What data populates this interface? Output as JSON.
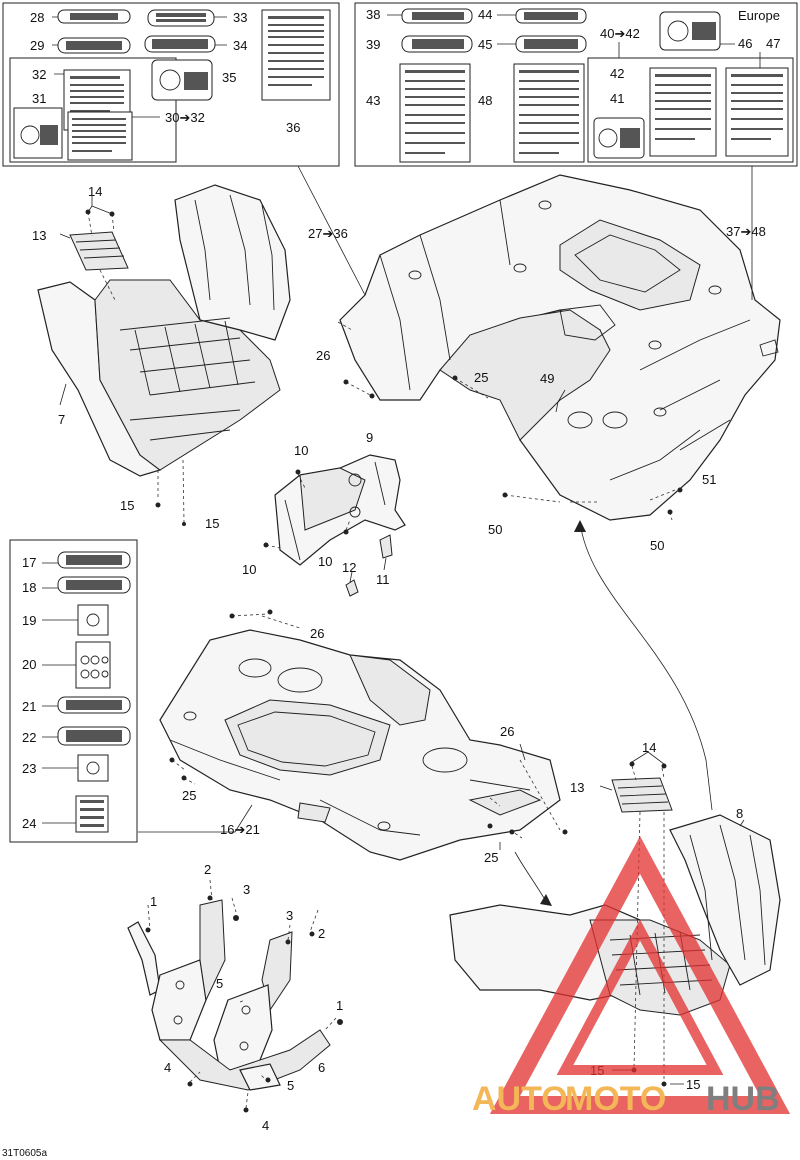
{
  "region_label": "Europe",
  "figure_code": "31T0605a",
  "watermark": {
    "part1": "AUTO",
    "part2": "MOTO",
    "part3": "HUB",
    "color_main": "#f0a020",
    "color_dark": "#555555",
    "color_triangle": "#e33030"
  },
  "callouts": {
    "c28": "28",
    "c29": "29",
    "c32": "32",
    "c31": "31",
    "c33": "33",
    "c34": "34",
    "c35": "35",
    "c30_32": "30➔32",
    "c36": "36",
    "c38": "38",
    "c39": "39",
    "c43": "43",
    "c44": "44",
    "c45": "45",
    "c48": "48",
    "c40_42": "40➔42",
    "c46": "46",
    "c47": "47",
    "c42": "42",
    "c41": "41",
    "c14a": "14",
    "c13a": "13",
    "c7": "7",
    "c15a": "15",
    "c15b": "15",
    "c27_36": "27➔36",
    "c37_48": "37➔48",
    "c26a": "26",
    "c25a": "25",
    "c49": "49",
    "c51": "51",
    "c50a": "50",
    "c50b": "50",
    "c9": "9",
    "c10a": "10",
    "c10b": "10",
    "c10c": "10",
    "c12": "12",
    "c11": "11",
    "c17": "17",
    "c18": "18",
    "c19": "19",
    "c20": "20",
    "c21": "21",
    "c22": "22",
    "c23": "23",
    "c24": "24",
    "c16_21": "16➔21",
    "c26b": "26",
    "c26c": "26",
    "c25b": "25",
    "c25c": "25",
    "c14b": "14",
    "c13b": "13",
    "c8": "8",
    "c15c": "15",
    "c15d": "15",
    "c2a": "2",
    "c3a": "3",
    "c1a": "1",
    "c3b": "3",
    "c2b": "2",
    "c5a": "5",
    "c1b": "1",
    "c6": "6",
    "c4a": "4",
    "c5b": "5",
    "c4b": "4"
  }
}
